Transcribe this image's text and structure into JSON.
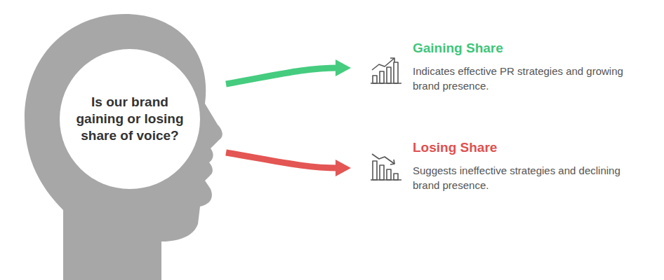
{
  "diagram": {
    "nodes": [
      {
        "text": [
          "Is our brand gaining or losing share of voice?"
        ]
      },
      {
        "text": [
          "Gaining Share",
          "Indicates effective PR strategies and growing brand presence."
        ]
      },
      {
        "text": [
          "Losing Share",
          "Suggests ineffective strategies and declining brand presence."
        ]
      }
    ],
    "edges": [
      {
        "from": 0,
        "to": 1,
        "arrow": "to"
      },
      {
        "from": 0,
        "to": 2,
        "arrow": "to"
      }
    ]
  }
}
